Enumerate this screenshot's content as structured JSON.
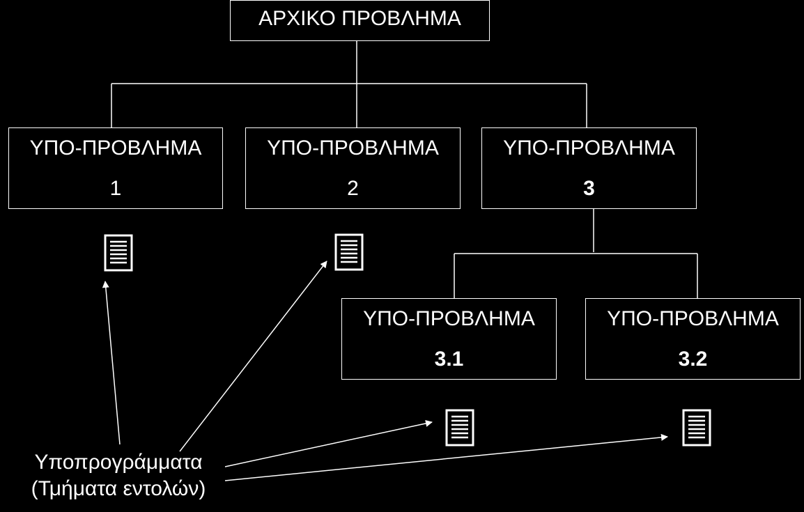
{
  "colors": {
    "background": "#000000",
    "foreground": "#ffffff"
  },
  "root": {
    "label": "ΑΡΧΙΚΟ ΠΡΟΒΛΗΜΑ"
  },
  "subproblems": [
    {
      "label": "ΥΠΟ-ΠΡΟΒΛΗΜΑ",
      "number": "1"
    },
    {
      "label": "ΥΠΟ-ΠΡΟΒΛΗΜΑ",
      "number": "2"
    },
    {
      "label": "ΥΠΟ-ΠΡΟΒΛΗΜΑ",
      "number": "3"
    },
    {
      "label": "ΥΠΟ-ΠΡΟΒΛΗΜΑ",
      "number": "3.1"
    },
    {
      "label": "ΥΠΟ-ΠΡΟΒΛΗΜΑ",
      "number": "3.2"
    }
  ],
  "document_icon": "document-lines-icon",
  "caption": {
    "line1": "Υποπρογράμματα",
    "line2": "(Τμήματα εντολών)"
  }
}
